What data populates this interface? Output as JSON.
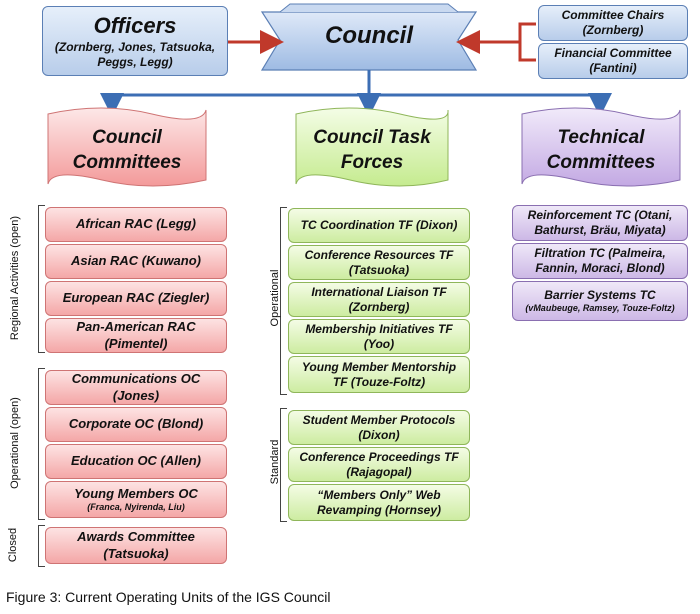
{
  "officers": {
    "title": "Officers",
    "members": "(Zornberg, Jones, Tatsuoka, Peggs, Legg)"
  },
  "council": {
    "title": "Council"
  },
  "committee_chairs": {
    "line1": "Committee Chairs",
    "line2": "(Zornberg)"
  },
  "financial_committee": {
    "line1": "Financial Committee",
    "line2": "(Fantini)"
  },
  "headers": {
    "council_committees": [
      "Council",
      "Committees"
    ],
    "task_forces": [
      "Council Task",
      "Forces"
    ],
    "technical": [
      "Technical",
      "Committees"
    ]
  },
  "council_committees": {
    "regional_label": "Regional Activities (open)",
    "regional": [
      [
        "African RAC (Legg)"
      ],
      [
        "Asian RAC (Kuwano)"
      ],
      [
        "European RAC (Ziegler)"
      ],
      [
        "Pan-American RAC",
        "(Pimentel)"
      ]
    ],
    "operational_label": "Operational (open)",
    "operational": [
      [
        "Communications OC",
        "(Jones)"
      ],
      [
        "Corporate OC (Blond)"
      ],
      [
        "Education OC (Allen)"
      ],
      [
        "Young Members OC",
        "(Franca, Nyirenda, Liu)"
      ]
    ],
    "closed_label": "Closed",
    "closed": [
      [
        "Awards Committee",
        "(Tatsuoka)"
      ]
    ]
  },
  "task_forces": {
    "operational_label": "Operational",
    "operational": [
      [
        "TC Coordination TF (Dixon)"
      ],
      [
        "Conference Resources TF",
        "(Tatsuoka)"
      ],
      [
        "International Liaison TF",
        "(Zornberg)"
      ],
      [
        "Membership Initiatives TF",
        "(Yoo)"
      ],
      [
        "Young Member Mentorship",
        "TF (Touze-Foltz)"
      ]
    ],
    "standard_label": "Standard",
    "standard": [
      [
        "Student Member Protocols",
        "(Dixon)"
      ],
      [
        "Conference Proceedings TF",
        "(Rajagopal)"
      ],
      [
        "“Members Only” Web",
        "Revamping (Hornsey)"
      ]
    ]
  },
  "technical_committees": [
    [
      "Reinforcement TC (Otani,",
      "Bathurst, Bräu, Miyata)"
    ],
    [
      "Filtration TC (Palmeira,",
      "Fannin, Moraci, Blond)"
    ],
    [
      "Barrier Systems TC",
      "(vMaubeuge, Ramsey, Touze-Foltz)"
    ]
  ],
  "caption": "Figure 3: Current Operating Units of the IGS Council"
}
